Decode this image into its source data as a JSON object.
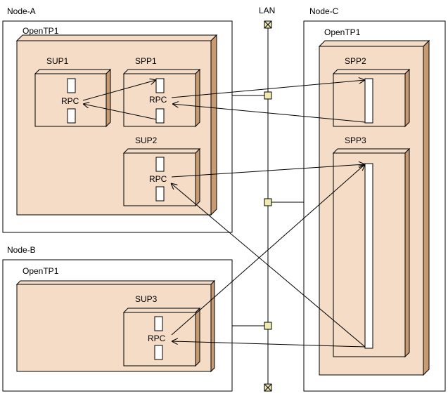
{
  "colors": {
    "component_fill": "#f5dcc6",
    "component_side": "#c89a72",
    "port_fill": "#ffffff",
    "lan_joint_fill": "#f0eab0",
    "line": "#000000",
    "background": "#ffffff"
  },
  "lan": {
    "label": "LAN",
    "end_icon": "x-box-terminator-icon"
  },
  "nodes": {
    "a": {
      "label": "Node-A",
      "system": "OpenTP1"
    },
    "b": {
      "label": "Node-B",
      "system": "OpenTP1"
    },
    "c": {
      "label": "Node-C",
      "system": "OpenTP1"
    }
  },
  "processes": {
    "sup1": {
      "label": "SUP1",
      "rpc": "RPC"
    },
    "spp1": {
      "label": "SPP1",
      "rpc": "RPC"
    },
    "sup2": {
      "label": "SUP2",
      "rpc": "RPC"
    },
    "sup3": {
      "label": "SUP3",
      "rpc": "RPC"
    },
    "spp2": {
      "label": "SPP2"
    },
    "spp3": {
      "label": "SPP3"
    }
  }
}
